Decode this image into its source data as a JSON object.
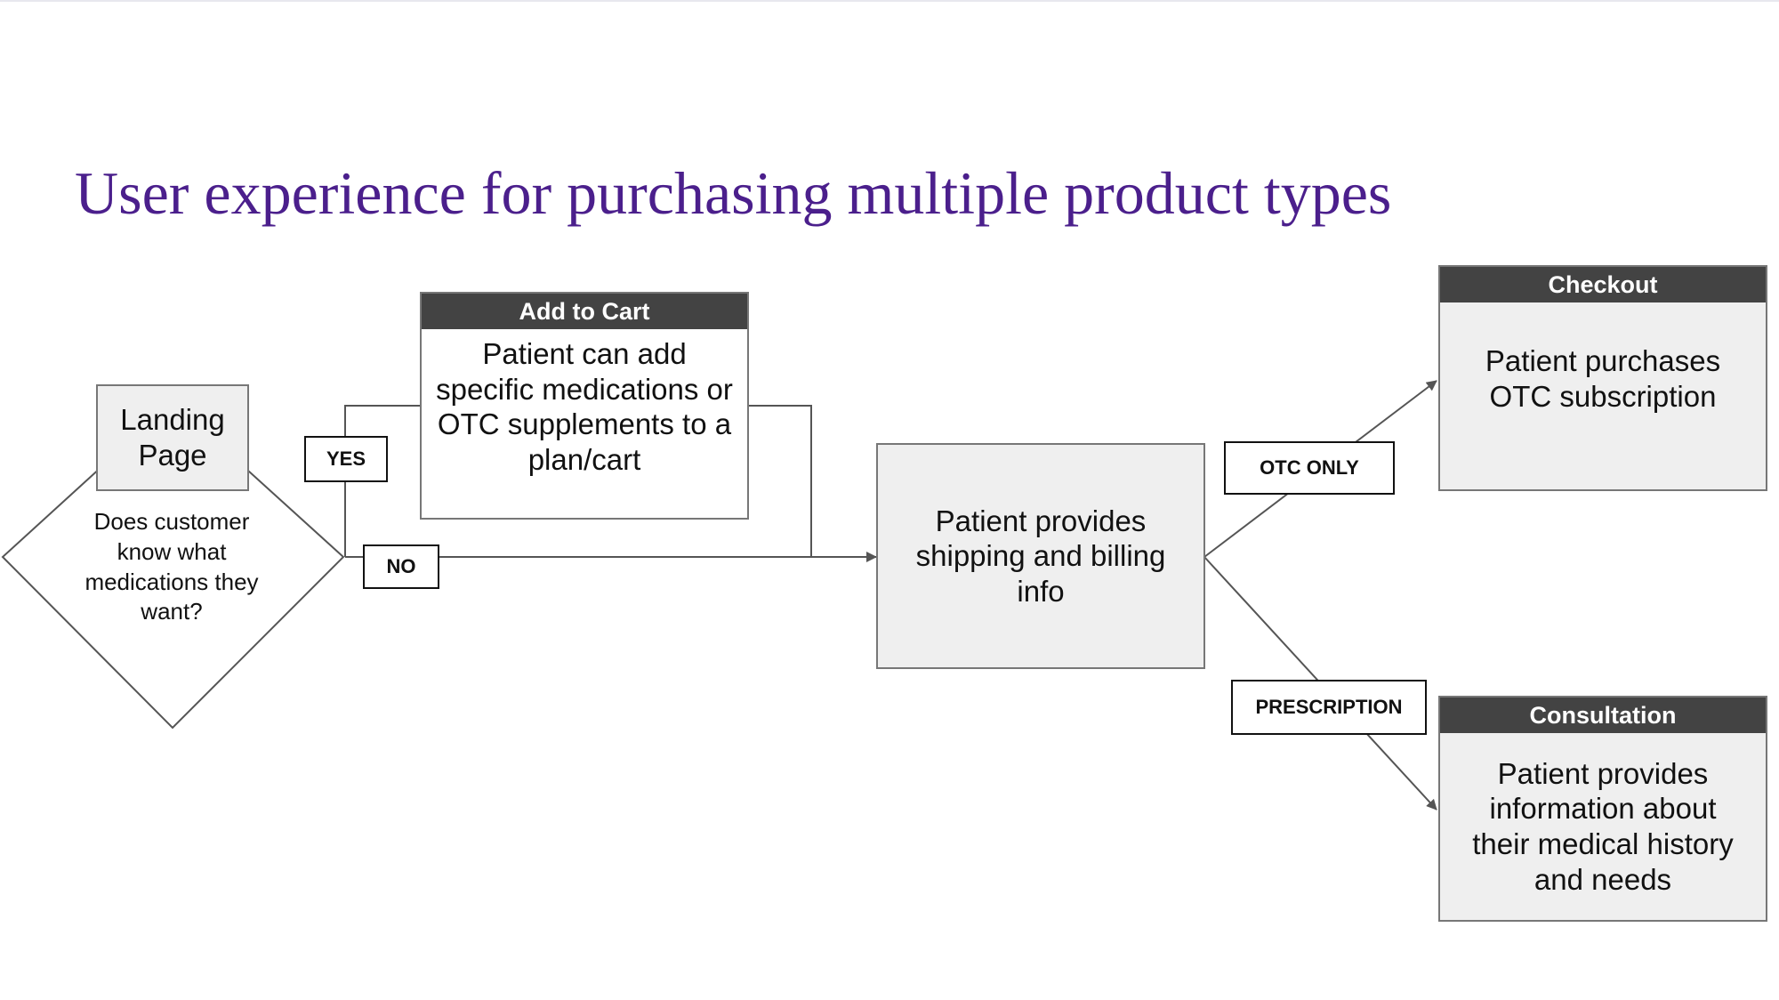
{
  "title": "User experience for purchasing multiple product types",
  "landing": {
    "label": "Landing Page"
  },
  "decision": {
    "question": "Does customer know what medications they want?"
  },
  "add_to_cart": {
    "header": "Add to Cart",
    "body": "Patient can add specific medications or OTC supplements to a plan/cart"
  },
  "shipping": {
    "body": "Patient provides shipping and billing info"
  },
  "checkout": {
    "header": "Checkout",
    "body": "Patient purchases OTC subscription"
  },
  "consultation": {
    "header": "Consultation",
    "body": "Patient provides information about their medical history and needs"
  },
  "edges": {
    "yes": "YES",
    "no": "NO",
    "otc_only": "OTC ONLY",
    "prescription": "PRESCRIPTION"
  },
  "colors": {
    "title": "#4b1f8c",
    "header_fill": "#434343",
    "box_fill": "#efefef",
    "line": "#555555"
  }
}
